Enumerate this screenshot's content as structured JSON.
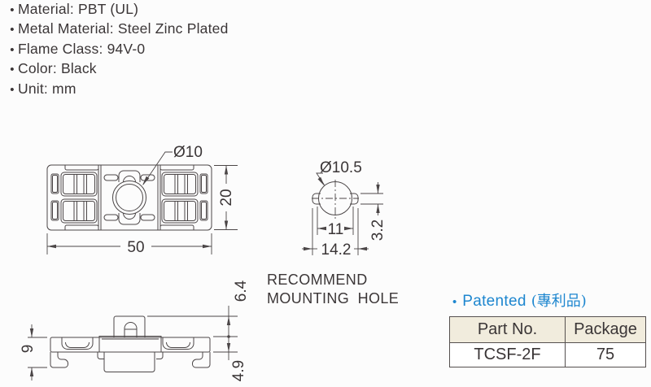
{
  "specs": {
    "bullet": "•",
    "items": [
      "Material: PBT (UL)",
      "Metal Material: Steel Zinc Plated",
      "Flame Class: 94V-0",
      "Color: Black",
      "Unit: mm"
    ]
  },
  "drawings": {
    "top_view": {
      "hole_diameter": "Ø10",
      "height": "20",
      "width": "50"
    },
    "mounting_hole": {
      "diameter": "Ø10.5",
      "inner_width": "11",
      "outer_width": "14.2",
      "notch_height": "3.2",
      "caption_line1": "RECOMMEND",
      "caption_line2": "MOUNTING HOLE"
    },
    "side_view": {
      "body_height": "9",
      "pin_height": "6.4",
      "foot_height": "4.9"
    }
  },
  "patented": {
    "bullet": "•",
    "label": "Patented",
    "note": "(專利品)"
  },
  "table": {
    "headers": [
      "Part No.",
      "Package"
    ],
    "rows": [
      [
        "TCSF-2F",
        "75"
      ]
    ]
  },
  "colors": {
    "accent_blue": "#1d86cf",
    "table_header_bg": "#f1ecdd",
    "line_color": "#4b4647",
    "text_color": "#3b3637"
  }
}
